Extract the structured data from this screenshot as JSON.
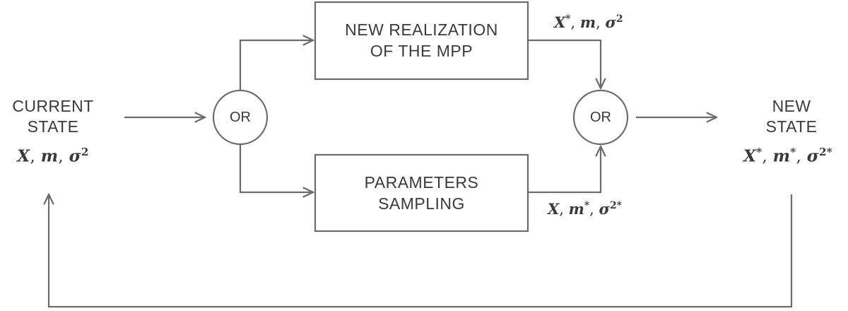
{
  "diagram": {
    "type": "flowchart",
    "title": "MCMC state transition flowchart",
    "stroke_color": "#6b6b6b",
    "text_color": "#3a3a3a",
    "background_color": "#ffffff",
    "nodes": {
      "current_state": {
        "title_line1": "CURRENT",
        "title_line2": "STATE",
        "variables": "X, m, σ²",
        "var_parts": [
          {
            "symbol": "X",
            "sup": ""
          },
          {
            "symbol": "m",
            "sup": ""
          },
          {
            "symbol": "σ",
            "sup": "2"
          }
        ]
      },
      "new_state": {
        "title_line1": "NEW",
        "title_line2": "STATE",
        "variables": "X*, m*, σ²*",
        "var_parts": [
          {
            "symbol": "X",
            "sup": "*"
          },
          {
            "symbol": "m",
            "sup": "*"
          },
          {
            "symbol": "σ",
            "sup": "2*"
          }
        ]
      },
      "or_left": {
        "label": "OR"
      },
      "or_right": {
        "label": "OR"
      },
      "process_top": {
        "line1": "NEW REALIZATION",
        "line2": "OF THE MPP"
      },
      "process_bottom": {
        "line1": "PARAMETERS",
        "line2": "SAMPLING"
      }
    },
    "edge_labels": {
      "top": {
        "text": "X*, m, σ²",
        "parts": [
          {
            "symbol": "X",
            "sup": "*"
          },
          {
            "symbol": "m",
            "sup": ""
          },
          {
            "symbol": "σ",
            "sup": "2"
          }
        ]
      },
      "bottom": {
        "text": "X, m*, σ²*",
        "parts": [
          {
            "symbol": "X",
            "sup": ""
          },
          {
            "symbol": "m",
            "sup": "*"
          },
          {
            "symbol": "σ",
            "sup": "2*"
          }
        ]
      }
    },
    "edges": [
      {
        "from": "current_state",
        "to": "or_left",
        "arrow": true
      },
      {
        "from": "or_left",
        "to": "process_top",
        "arrow": true
      },
      {
        "from": "or_left",
        "to": "process_bottom",
        "arrow": true
      },
      {
        "from": "process_top",
        "to": "or_right",
        "arrow": true
      },
      {
        "from": "process_bottom",
        "to": "or_right",
        "arrow": true
      },
      {
        "from": "or_right",
        "to": "new_state",
        "arrow": true
      },
      {
        "from": "new_state",
        "to": "current_state",
        "arrow": true,
        "style": "feedback-loop"
      }
    ]
  }
}
